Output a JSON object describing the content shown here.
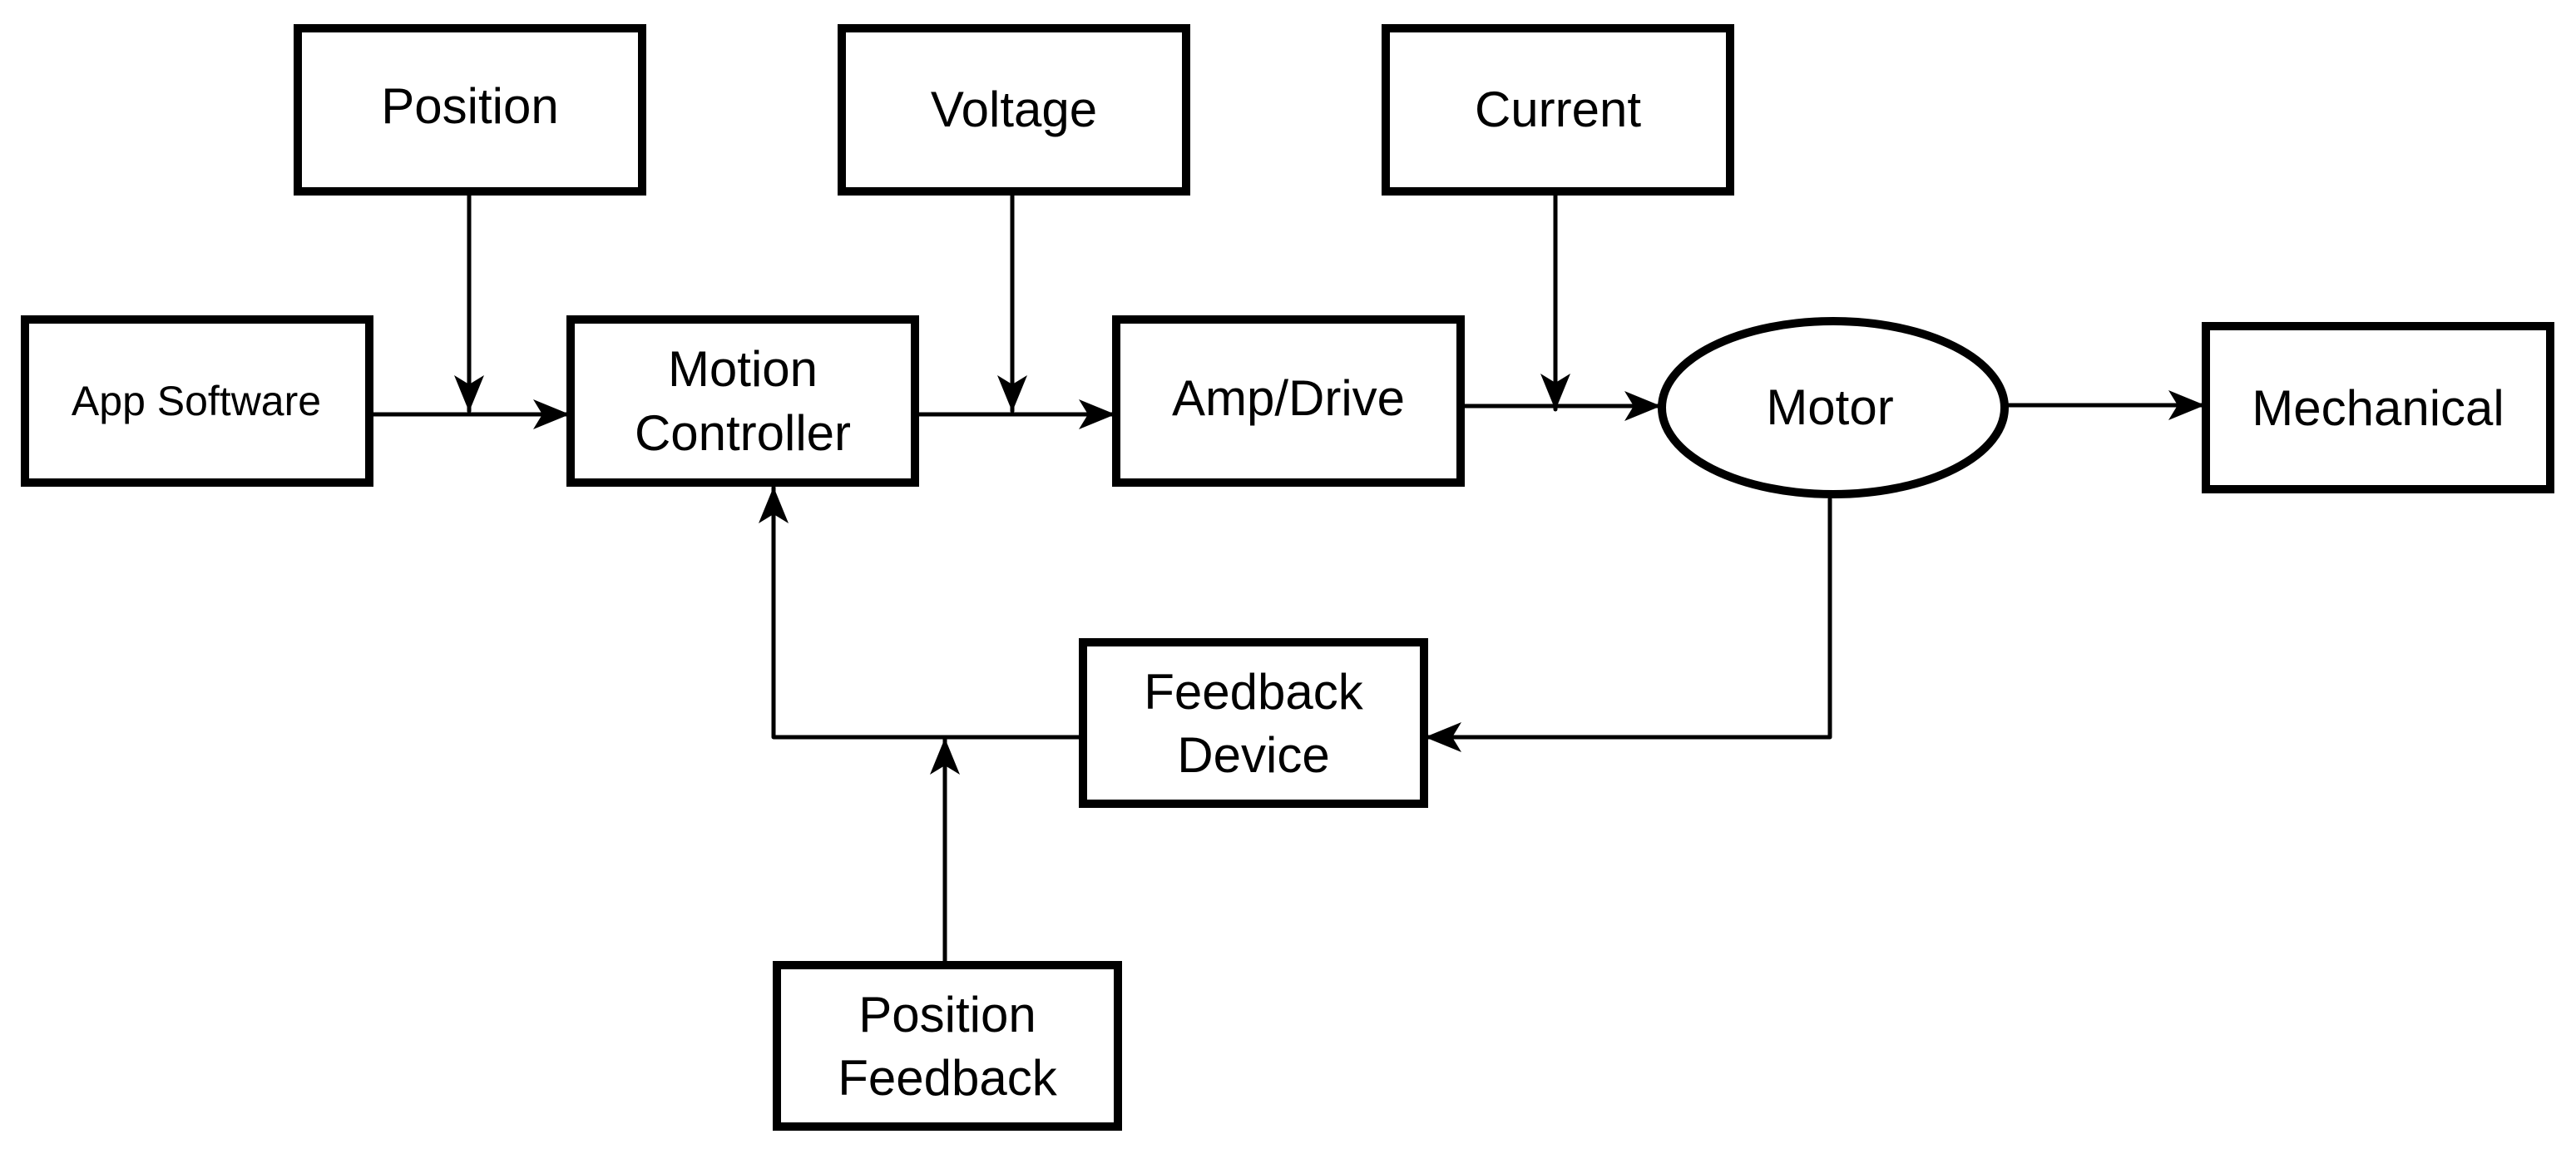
{
  "blocks": {
    "position": "Position",
    "voltage": "Voltage",
    "current": "Current",
    "app_software": "App Software",
    "motion_controller": [
      "Motion",
      "Controller"
    ],
    "amp_drive": "Amp/Drive",
    "motor": "Motor",
    "mechanical": "Mechanical",
    "feedback_device": [
      "Feedback",
      "Device"
    ],
    "position_feedback": [
      "Position",
      "Feedback"
    ]
  }
}
